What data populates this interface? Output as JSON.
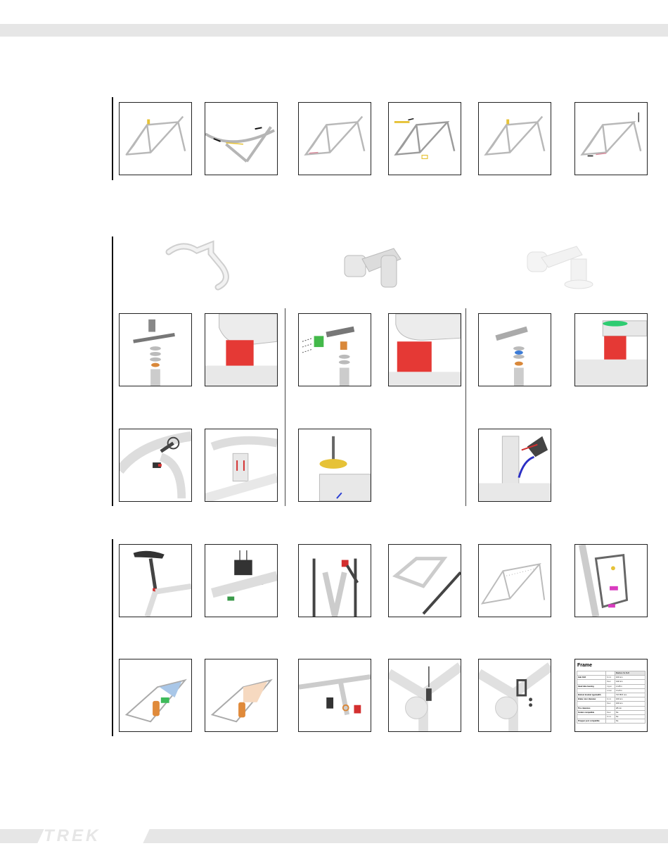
{
  "brand": {
    "logo_text": "TREK"
  },
  "sections": [
    {
      "id": "frame-routing",
      "thumbnails": 6
    },
    {
      "id": "cockpit-options",
      "heroes": [
        "integrated-bar-stem",
        "aero-stem",
        "standard-stem"
      ]
    },
    {
      "id": "accessories",
      "thumbnails": 12
    }
  ],
  "spec_sheet": {
    "title": "Frame",
    "header": "Madone SL SLR",
    "rows": [
      {
        "label": "Hub OLD",
        "sub": "Front",
        "value": "100 mm"
      },
      {
        "label": "",
        "sub": "Rear",
        "value": "142 mm"
      },
      {
        "label": "Head tube bearing",
        "sub": "Upper",
        "value": "1 1/8 in"
      },
      {
        "label": "",
        "sub": "Lower",
        "value": "1 1/2 in"
      },
      {
        "label": "Bottom bracket type/width",
        "sub": "",
        "value": "T47 85.5 mm"
      },
      {
        "label": "Brake rotor diameter",
        "sub": "Front",
        "value": "160 mm"
      },
      {
        "label": "",
        "sub": "Rear",
        "value": "160 mm"
      },
      {
        "label": "Tire clearance",
        "sub": "",
        "value": "28 mm"
      },
      {
        "label": "Fender compatible",
        "sub": "Rear",
        "value": "No"
      },
      {
        "label": "",
        "sub": "Front",
        "value": "No"
      },
      {
        "label": "Dropper post compatible",
        "sub": "",
        "value": "No"
      }
    ]
  }
}
